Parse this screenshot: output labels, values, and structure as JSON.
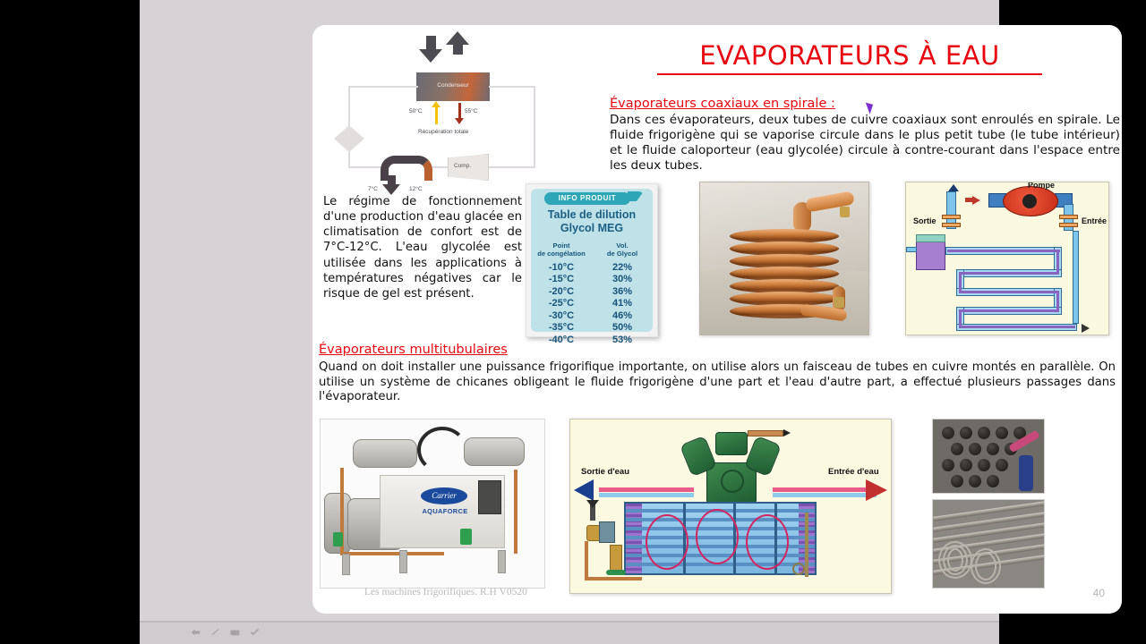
{
  "slide": {
    "title": "EVAPORATEURS À EAU",
    "footer": "Les machines frigorifiques. R.H V0520",
    "page_number": "40",
    "accent_red": "#e8050f",
    "background": "#ffffff",
    "frame_color": "#d6d2d5"
  },
  "section1": {
    "heading": "Évaporateurs coaxiaux en spirale :",
    "body": "Dans ces évaporateurs, deux tubes de cuivre coaxiaux sont enroulés en spirale. Le fluide frigorigène qui se vaporise circule dans le plus petit tube (le tube intérieur) et le fluide caloporteur (eau glycolée) circule à contre-courant dans l'espace entre les deux tubes."
  },
  "left_paragraph": {
    "text": "Le régime de fonctionnement d'une production d'eau glacée en climatisation de confort est de 7°C-12°C. L'eau glycolée est utilisée dans les applications à températures négatives car le risque de gel est présent."
  },
  "section2": {
    "heading": "Évaporateurs  multitubulaires",
    "body": "Quand on doit installer une puissance frigorifique importante, on utilise alors un faisceau de tubes en cuivre montés en parallèle. On utilise un système de chicanes obligeant le fluide frigorigène d'une part et l'eau d'autre part, a effectué plusieurs passages dans l'évaporateur."
  },
  "schematic": {
    "condenser_label": "Condenseur",
    "temp_50": "50°C",
    "temp_55": "55°C",
    "recovery_label": "Récupération totale",
    "temp_7": "7°C",
    "temp_12": "12°C",
    "compressor_label": "Comp."
  },
  "info_table": {
    "banner": "INFO PRODUIT",
    "title_line1": "Table de dilution",
    "title_line2": "Glycol MEG",
    "col1_head_line1": "Point",
    "col1_head_line2": "de congélation",
    "col2_head_line1": "Vol.",
    "col2_head_line2": "de Glycol",
    "rows": [
      {
        "freezing_point": "-10°C",
        "glycol_volume": "22%"
      },
      {
        "freezing_point": "-15°C",
        "glycol_volume": "30%"
      },
      {
        "freezing_point": "-20°C",
        "glycol_volume": "36%"
      },
      {
        "freezing_point": "-25°C",
        "glycol_volume": "41%"
      },
      {
        "freezing_point": "-30°C",
        "glycol_volume": "46%"
      },
      {
        "freezing_point": "-35°C",
        "glycol_volume": "50%"
      },
      {
        "freezing_point": "-40°C",
        "glycol_volume": "53%"
      }
    ]
  },
  "right_diagram": {
    "label_sortie": "Sortie",
    "label_entree": "Entrée",
    "label_pompe": "Pompe"
  },
  "multitube_diagram": {
    "label_sortie_eau": "Sortie d'eau",
    "label_entree_eau": "Entrée d'eau"
  },
  "carrier_photo": {
    "brand": "Carrier",
    "model": "AQUAFORCE"
  },
  "toolbar": {
    "icons": [
      "undo-icon",
      "pencil-icon",
      "rectangle-icon",
      "check-icon"
    ]
  }
}
